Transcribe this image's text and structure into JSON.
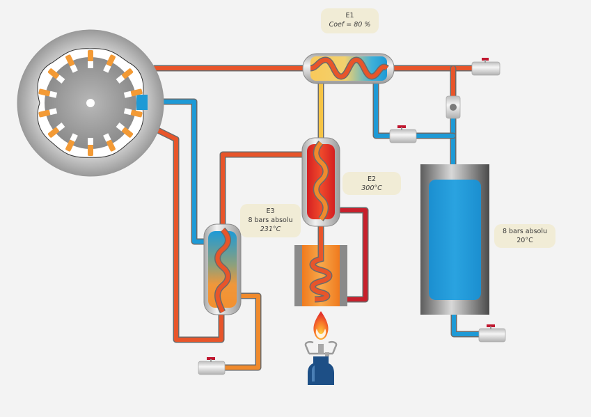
{
  "diagram": {
    "title": "Heat engine cycle with exchangers E1, E2, E3",
    "colors": {
      "background": "#f3f3f3",
      "hot_pipe": "#e8552a",
      "very_hot_pipe": "#c8202c",
      "cold_pipe": "#1e9ad6",
      "warm_pipe": "#f08a2c",
      "yellow_pipe": "#f6c445",
      "pipe_outline": "#6b6b6b",
      "label_bg": "#f1ecd6",
      "valve_handle": "#c0172f",
      "gas_bottle": "#1d4f86",
      "tank_water": "#1c97d8"
    },
    "labels": {
      "e1": {
        "name": "E1",
        "detail": "Coef = 80 %"
      },
      "e2": {
        "name": "E2",
        "detail": "300°C"
      },
      "e3": {
        "name": "E3",
        "line2": "8 bars absolu",
        "detail": "231°C"
      },
      "tank": {
        "line1": "8 bars absolu",
        "detail": "20°C"
      }
    },
    "components": [
      "rotary-vane-expander",
      "exchanger-e1",
      "exchanger-e2",
      "exchanger-e3",
      "boiler-coil",
      "gas-burner",
      "cold-water-tank",
      "valve-top-right",
      "valve-e1-return",
      "valve-tank-outlet",
      "valve-e3-outlet",
      "check-valve"
    ]
  }
}
